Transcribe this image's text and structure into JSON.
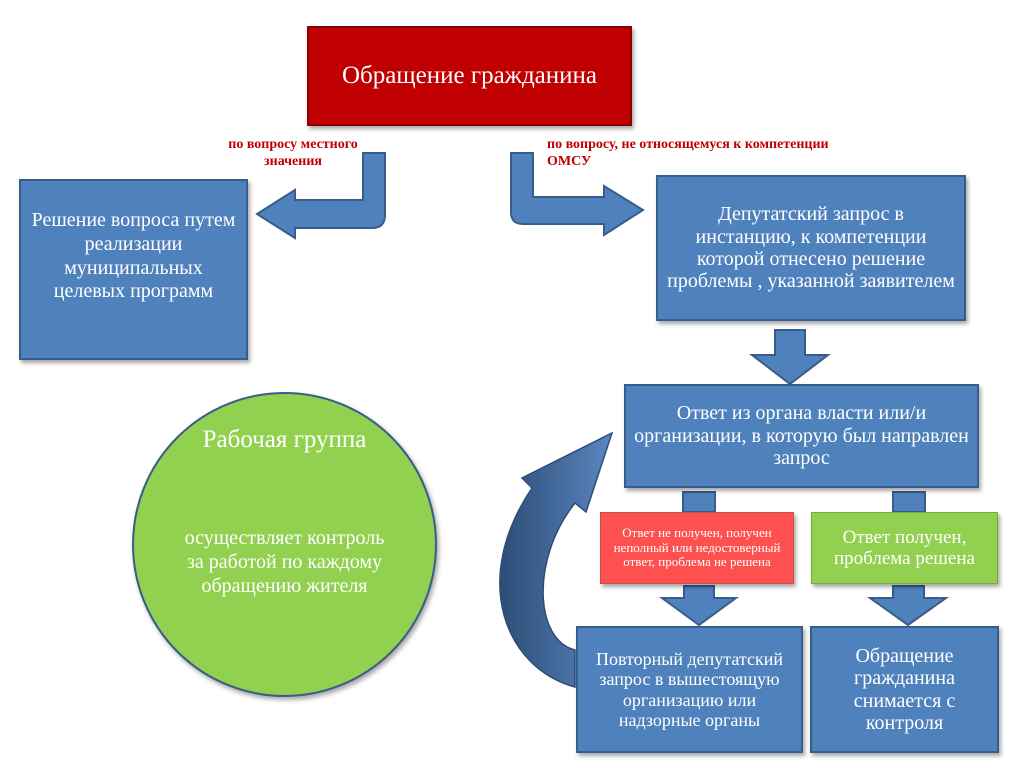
{
  "diagram": {
    "top_box": "Обращение гражданина",
    "branch_left_label": "по вопросу местного значения",
    "branch_right_label": "по вопросу, не относящемуся к компетенции ОМСУ",
    "left_box": "Решение вопроса путем реализации муниципальных целевых программ",
    "right_top_box": "Депутатский запрос в инстанцию, к компетенции которой отнесено решение проблемы , указанной заявителем",
    "middle_box": "Ответ  из  органа власти или/и организации, в которую был направлен запрос",
    "not_received_box": "Ответ не получен, получен неполный или недостоверный ответ, проблема не решена",
    "received_box": "Ответ получен, проблема решена",
    "repeat_box": "Повторный депутатский запрос в вышестоящую организацию или надзорные органы",
    "closed_box": "Обращение гражданина снимается с контроля",
    "circle_title": "Рабочая группа",
    "circle_text": "осуществляет контроль за работой по каждому обращению жителя"
  },
  "colors": {
    "red_box": "#c00000",
    "blue_box": "#4f81bd",
    "blue_border": "#385d8a",
    "green": "#92d050",
    "coral": "#ff5050",
    "label_red": "#c00000"
  }
}
